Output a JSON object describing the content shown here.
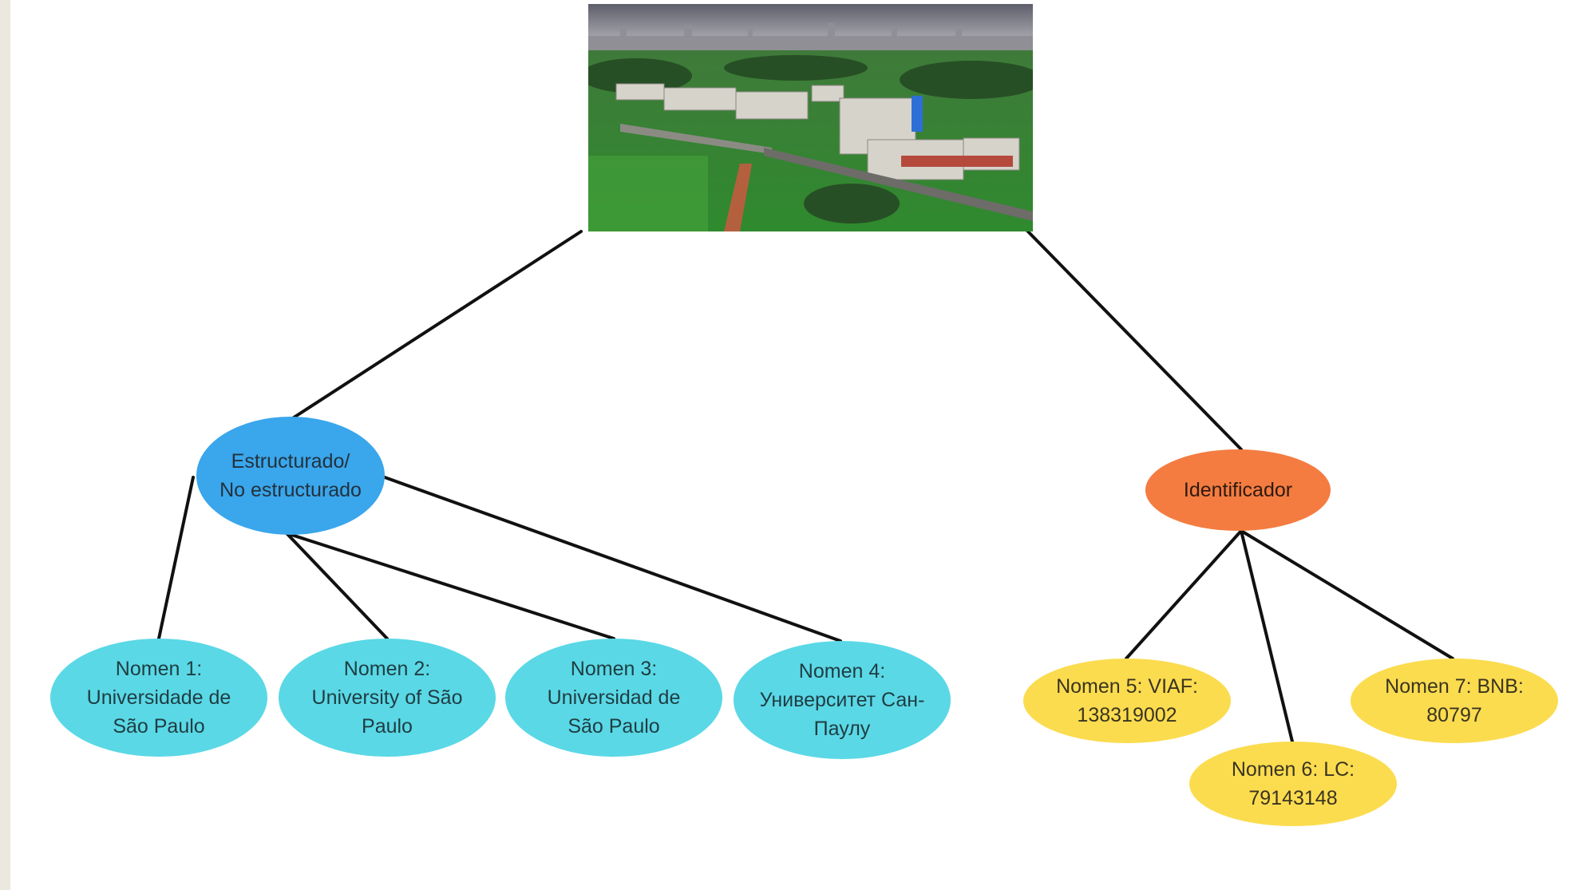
{
  "colors": {
    "structured": "#3aa6ec",
    "identifier": "#f47c40",
    "name_node": "#5ad8e6",
    "id_node": "#fbdc4f",
    "line": "#111111"
  },
  "image": {
    "subject": "aerial-campus-photo"
  },
  "root_children": {
    "structured_label": "Estructurado/ No estructurado",
    "identifier_label": "Identificador"
  },
  "names": [
    {
      "label": "Nomen 1: Universidade de São Paulo"
    },
    {
      "label": "Nomen 2: University of São Paulo"
    },
    {
      "label": "Nomen 3: Universidad de São Paulo"
    },
    {
      "label": "Nomen 4: Университет Сан-Паулу"
    }
  ],
  "identifiers": [
    {
      "label": "Nomen 5: VIAF: 138319002"
    },
    {
      "label": "Nomen 6: LC: 79143148"
    },
    {
      "label": "Nomen 7: BNB: 80797"
    }
  ]
}
